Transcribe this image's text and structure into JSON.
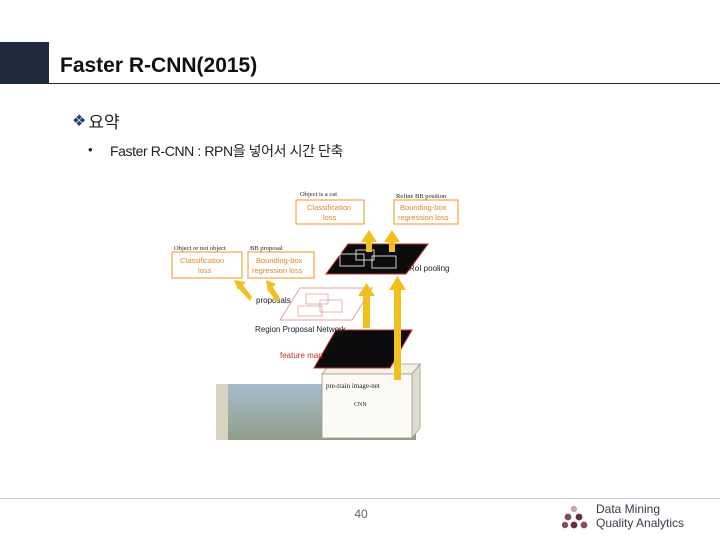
{
  "header": {
    "title": "Faster R-CNN(2015)"
  },
  "section": {
    "marker": "❖",
    "heading": "요약"
  },
  "bullet": {
    "symbol": "•",
    "text": "Faster R-CNN : RPN을 넣어서 시간 단축"
  },
  "figure": {
    "top_right_title": "Object is a cat",
    "top_right_title2": "Refine BB position",
    "cls_loss_top_1": "Classification",
    "cls_loss_top_2": "loss",
    "bbox_loss_top_1": "Bounding-box",
    "bbox_loss_top_2": "regression loss",
    "left_title": "Object or not object",
    "left_title2": "BB proposal",
    "cls_loss_left_1": "Classification",
    "cls_loss_left_2": "loss",
    "bbox_loss_left_1": "Bounding-box",
    "bbox_loss_left_2": "regression loss",
    "roi_pooling": "RoI pooling",
    "proposals": "proposals",
    "rpn": "Region Proposal Network",
    "feature_map": "feature map",
    "pretrain": "pre-train image-net",
    "cnn": "CNN",
    "image": "image",
    "orange": "#f3a64a",
    "arrow_yellow": "#f2c01e",
    "red": "#c0302a"
  },
  "footer": {
    "page_number": "40",
    "logo_line1": "Data Mining",
    "logo_line2": "Quality Analytics"
  }
}
